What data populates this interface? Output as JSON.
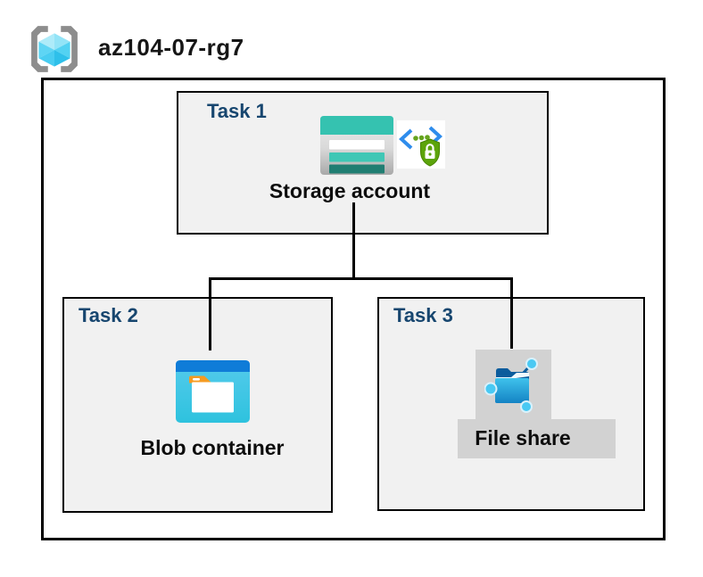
{
  "header": {
    "resource_group_name": "az104-07-rg7",
    "icon": "azure-resource-group-icon"
  },
  "diagram": {
    "tasks": [
      {
        "label": "Task 1",
        "resource": "Storage account",
        "icons": [
          "storage-account-icon",
          "secure-access-icon"
        ]
      },
      {
        "label": "Task 2",
        "resource": "Blob container",
        "icons": [
          "blob-container-icon"
        ]
      },
      {
        "label": "Task 3",
        "resource": "File share",
        "icons": [
          "file-share-icon"
        ],
        "highlighted": true
      }
    ],
    "connections": [
      {
        "from": "Storage account",
        "to": "Blob container"
      },
      {
        "from": "Storage account",
        "to": "File share"
      }
    ]
  },
  "colors": {
    "task_label_navy": "#17466F",
    "storage_teal": "#35C2B0",
    "storage_teal_dark": "#207E72",
    "blob_top_blue": "#0F7CD8",
    "blob_body_cyan": "#3EC6E6",
    "folder_tab_orange": "#F59B22",
    "file_share_folder_blue": "#1D9AD7",
    "file_share_back_navy": "#0B5C9D",
    "node_light_blue": "#49C9F3",
    "shield_green": "#5CA40A",
    "code_bracket_blue": "#2E8CEC",
    "rg_bracket_gray": "#8D8D8D",
    "rg_cube_cyan": "#4FCFF2",
    "task_box_fill": "#F1F1F1",
    "highlight_gray": "#D2D2D2",
    "line_black": "#000000"
  }
}
